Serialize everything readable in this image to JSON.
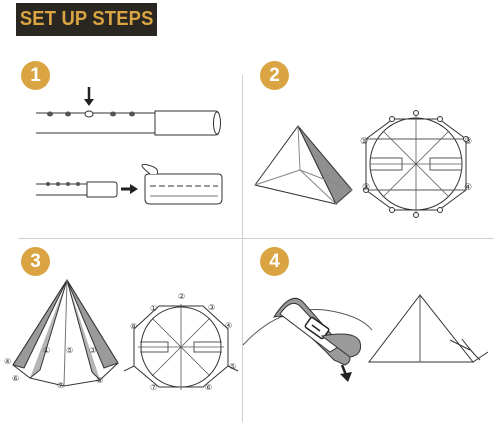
{
  "header": {
    "title": "SET UP STEPS"
  },
  "steps": [
    {
      "number": "1"
    },
    {
      "number": "2"
    },
    {
      "number": "3"
    },
    {
      "number": "4"
    }
  ],
  "step2": {
    "corner_labels": [
      "①",
      "②",
      "③",
      "④"
    ]
  },
  "step3": {
    "tent_labels": [
      "①",
      "⑤",
      "③",
      "④",
      "⑥",
      "⑦",
      "⑧"
    ],
    "peg_labels": [
      "①",
      "②",
      "③",
      "④",
      "⑤",
      "⑥",
      "⑦",
      "⑧"
    ]
  },
  "colors": {
    "accent": "#d9a441",
    "header_bg": "#2a2622",
    "line": "#333333",
    "fill": "#8f8f8f"
  },
  "icons": [
    "down-arrow-icon",
    "right-arrow-icon"
  ]
}
